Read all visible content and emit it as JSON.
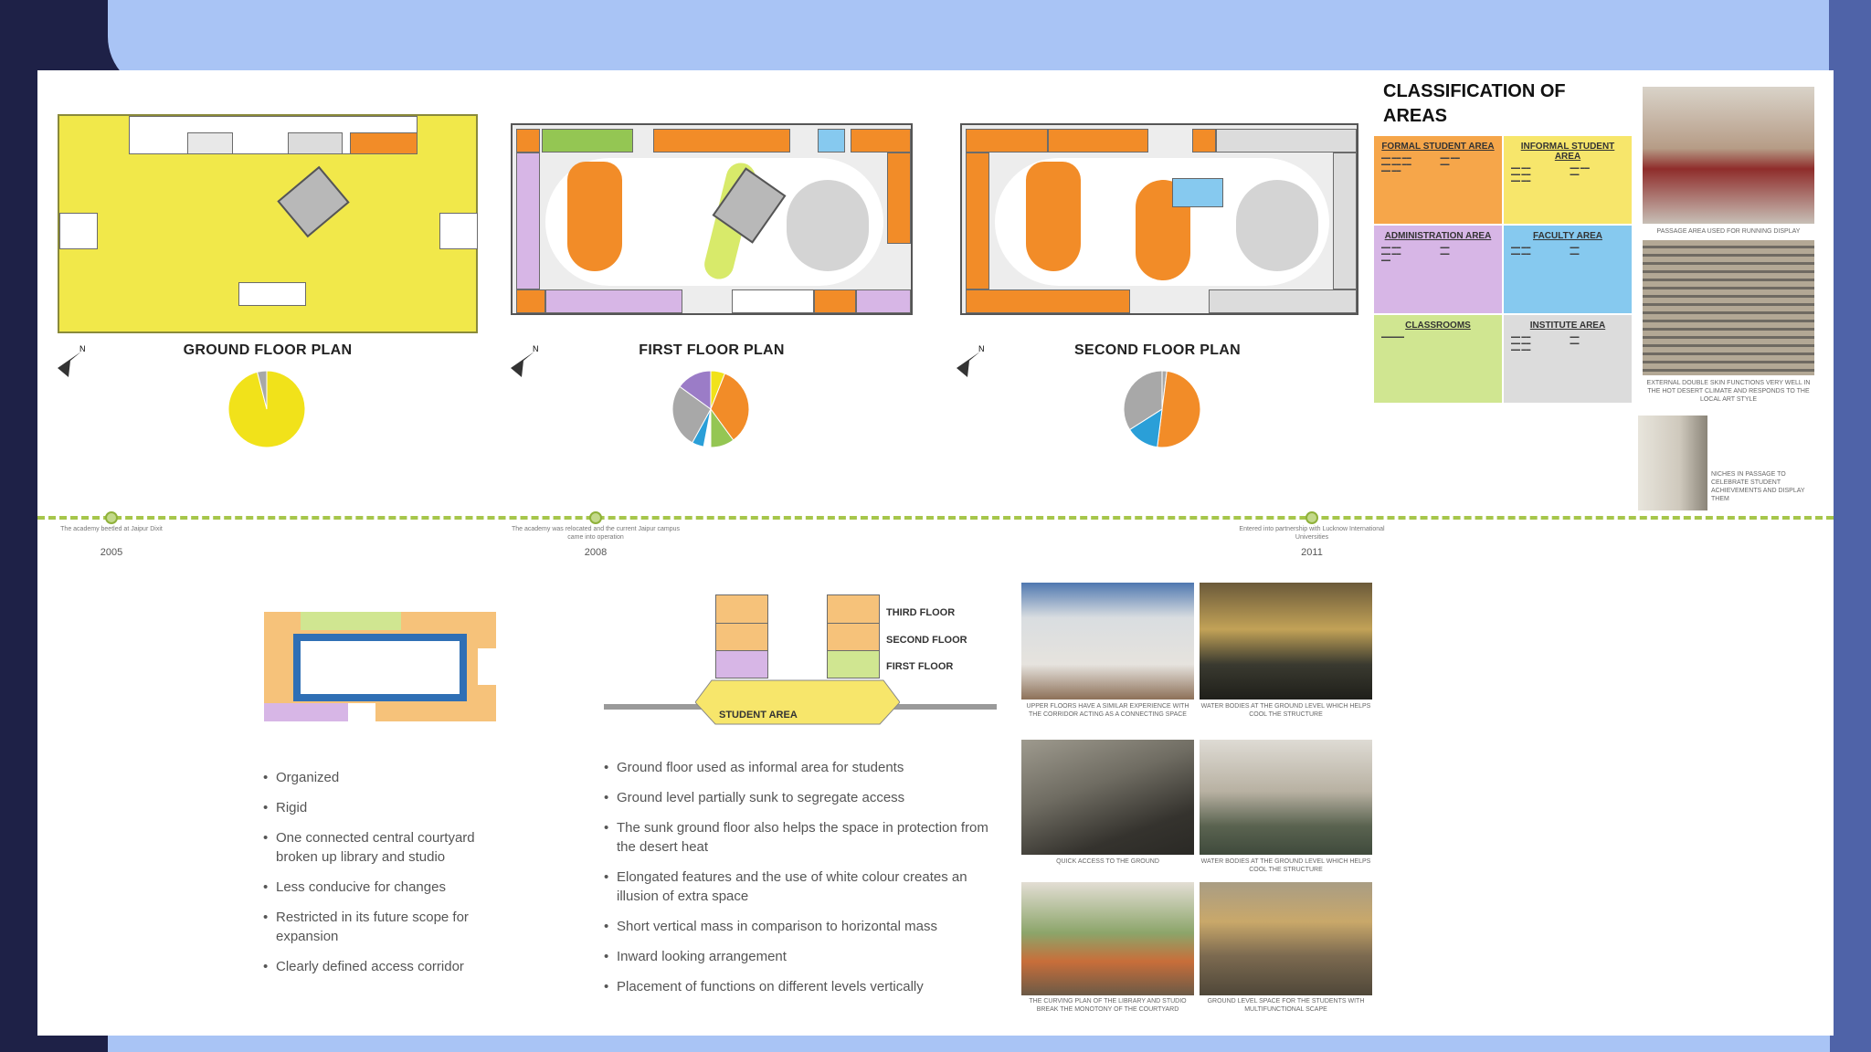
{
  "plans": [
    {
      "title": "GROUND FLOOR PLAN",
      "north": "N"
    },
    {
      "title": "FIRST FLOOR PLAN",
      "north": "N"
    },
    {
      "title": "SECOND FLOOR PLAN",
      "north": "N"
    }
  ],
  "pie_colors": {
    "yellow": "#f1e21a",
    "orange": "#f28c28",
    "grey": "#a8a8a8",
    "purple": "#9b7cc7",
    "green": "#94c653",
    "blue": "#2a9fd8",
    "white": "#ffffff"
  },
  "pies": [
    {
      "slices": [
        {
          "value": 96,
          "color": "yellow"
        },
        {
          "value": 4,
          "color": "grey"
        }
      ]
    },
    {
      "slices": [
        {
          "value": 6,
          "color": "yellow"
        },
        {
          "value": 34,
          "color": "orange"
        },
        {
          "value": 10,
          "color": "green"
        },
        {
          "value": 3,
          "color": "white"
        },
        {
          "value": 5,
          "color": "blue"
        },
        {
          "value": 27,
          "color": "grey"
        },
        {
          "value": 15,
          "color": "purple"
        }
      ]
    },
    {
      "slices": [
        {
          "value": 2,
          "color": "grey"
        },
        {
          "value": 50,
          "color": "orange"
        },
        {
          "value": 14,
          "color": "blue"
        },
        {
          "value": 34,
          "color": "grey"
        }
      ]
    }
  ],
  "classification": {
    "title": "CLASSIFICATION OF AREAS",
    "boxes": [
      {
        "title": "FORMAL STUDENT AREA",
        "color": "#f6a64a"
      },
      {
        "title": "INFORMAL STUDENT AREA",
        "color": "#f7e66b"
      },
      {
        "title": "ADMINISTRATION AREA",
        "color": "#d7b6e6"
      },
      {
        "title": "FACULTY AREA",
        "color": "#86c9ef"
      },
      {
        "title": "CLASSROOMS",
        "color": "#d0e691"
      },
      {
        "title": "INSTITUTE AREA",
        "color": "#dcdcdc"
      }
    ]
  },
  "timeline": [
    {
      "note": "The academy beetled at Jaipur Dixit",
      "year": "2005"
    },
    {
      "note": "The academy was relocated and the current Jaipur campus came into operation",
      "year": "2008"
    },
    {
      "note": "Entered into partnership with Lucknow International Universities",
      "year": "2011"
    }
  ],
  "right_captions": [
    "PASSAGE AREA USED FOR RUNNING DISPLAY",
    "EXTERNAL DOUBLE SKIN FUNCTIONS VERY WELL IN THE HOT DESERT CLIMATE AND RESPONDS TO THE LOCAL ART STYLE",
    "NICHES IN PASSAGE TO CELEBRATE STUDENT ACHIEVEMENTS AND DISPLAY THEM"
  ],
  "grid_captions": [
    "UPPER FLOORS HAVE A SIMILAR EXPERIENCE WITH THE CORRIDOR ACTING AS A CONNECTING SPACE",
    "WATER BODIES AT THE GROUND LEVEL WHICH HELPS COOL THE STRUCTURE",
    "QUICK ACCESS TO THE GROUND",
    "WATER BODIES AT THE GROUND LEVEL WHICH HELPS COOL THE STRUCTURE",
    "THE CURVING PLAN OF THE LIBRARY AND STUDIO BREAK THE MONOTONY OF THE COURTYARD",
    "GROUND LEVEL SPACE FOR THE STUDENTS WITH MULTIFUNCTIONAL SCAPE"
  ],
  "section": {
    "floors": [
      "THIRD FLOOR",
      "SECOND FLOOR",
      "FIRST FLOOR"
    ],
    "student_area": "STUDENT AREA"
  },
  "bullets_left": [
    "Organized",
    "Rigid",
    "One connected central courtyard broken up library and studio",
    "Less conducive for changes",
    "Restricted in its future scope for expansion",
    "Clearly defined access corridor"
  ],
  "bullets_middle": [
    "Ground floor used as informal area for students",
    "Ground level partially sunk to segregate access",
    "The sunk ground floor also helps the space in protection from the desert heat",
    "Elongated features and the use of white colour creates an illusion of extra space",
    "Short vertical mass in comparison to horizontal mass",
    "Inward looking arrangement",
    "Placement of functions on different levels vertically"
  ]
}
